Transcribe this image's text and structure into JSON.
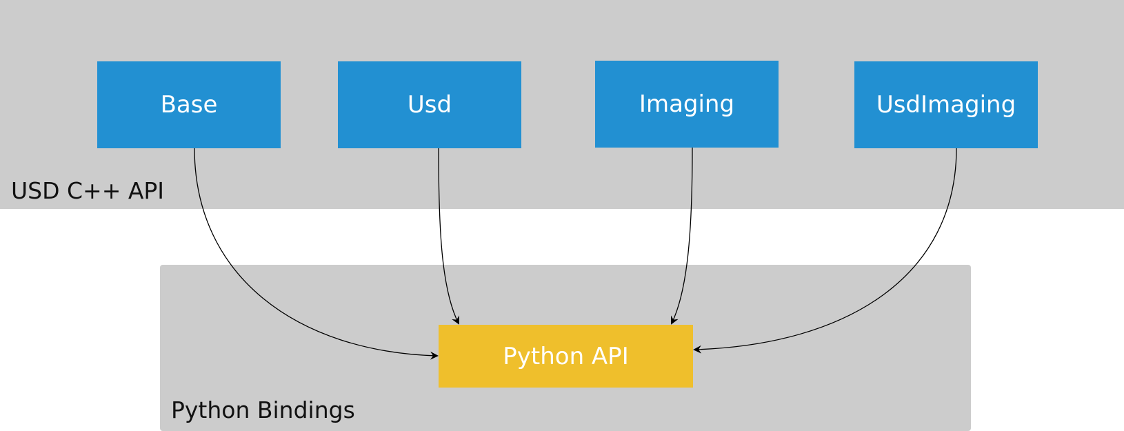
{
  "groups": {
    "cpp": {
      "label": "USD C++ API"
    },
    "python": {
      "label": "Python Bindings"
    }
  },
  "modules": [
    {
      "id": "base",
      "label": "Base"
    },
    {
      "id": "usd",
      "label": "Usd"
    },
    {
      "id": "imaging",
      "label": "Imaging"
    },
    {
      "id": "usdimaging",
      "label": "UsdImaging"
    }
  ],
  "target": {
    "label": "Python API"
  },
  "edges": [
    {
      "from": "Base",
      "to": "Python API"
    },
    {
      "from": "Usd",
      "to": "Python API"
    },
    {
      "from": "Imaging",
      "to": "Python API"
    },
    {
      "from": "UsdImaging",
      "to": "Python API"
    }
  ],
  "colors": {
    "group_background": "#cccccc",
    "module_fill": "#2290d2",
    "target_fill": "#efbf2c",
    "box_text": "#ffffff",
    "group_text": "#111111",
    "arrow": "#000000"
  }
}
